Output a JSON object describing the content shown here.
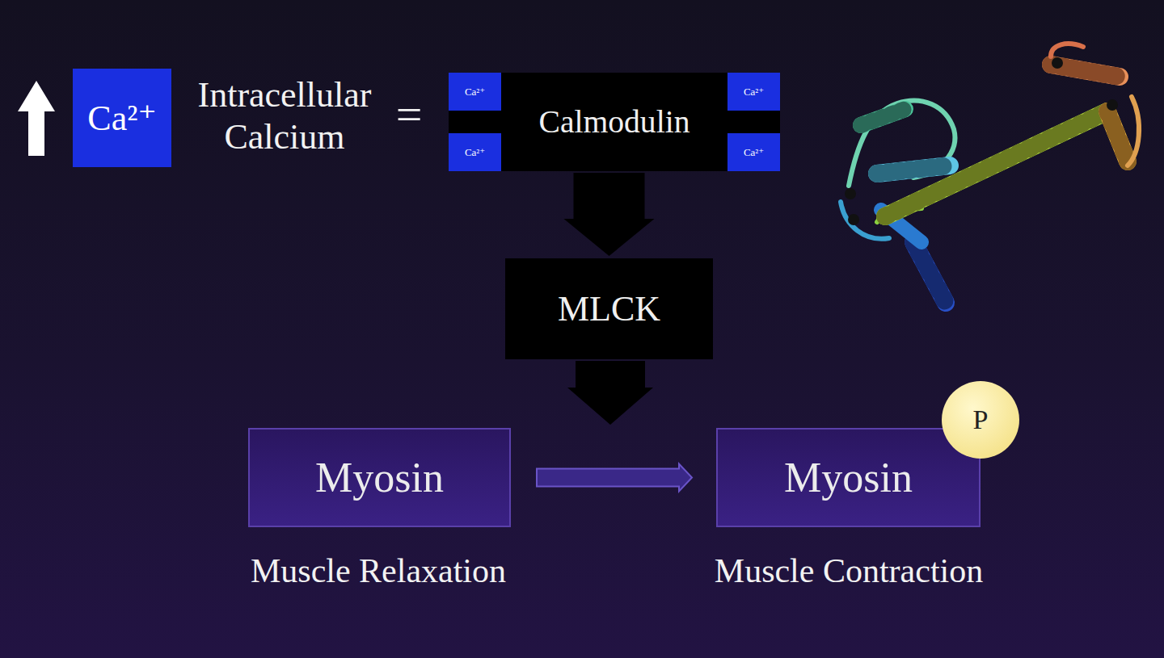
{
  "diagram": {
    "nodes": [
      {
        "text": [
          "Ca²⁺"
        ]
      },
      {
        "text": [
          "Calmodulin"
        ]
      },
      {
        "text": [
          "Ca²⁺"
        ],
        "in": 1
      },
      {
        "text": [
          "Ca²⁺"
        ],
        "in": 1
      },
      {
        "text": [
          "Ca²⁺"
        ],
        "in": 1
      },
      {
        "text": [
          "Ca²⁺"
        ],
        "in": 1
      },
      {
        "text": [
          "MLCK"
        ]
      },
      {
        "text": [
          "Myosin"
        ]
      },
      {
        "text": [
          "Myosin"
        ]
      },
      {
        "text": [
          "P"
        ]
      }
    ],
    "edges": [
      {
        "from": 1,
        "to": 6,
        "arrow": "to"
      },
      {
        "from": 7,
        "to": 8,
        "arrow": "to"
      }
    ],
    "labels": [
      "Intracellular Calcium",
      "=",
      "Muscle Relaxation",
      "Muscle Contraction"
    ]
  }
}
